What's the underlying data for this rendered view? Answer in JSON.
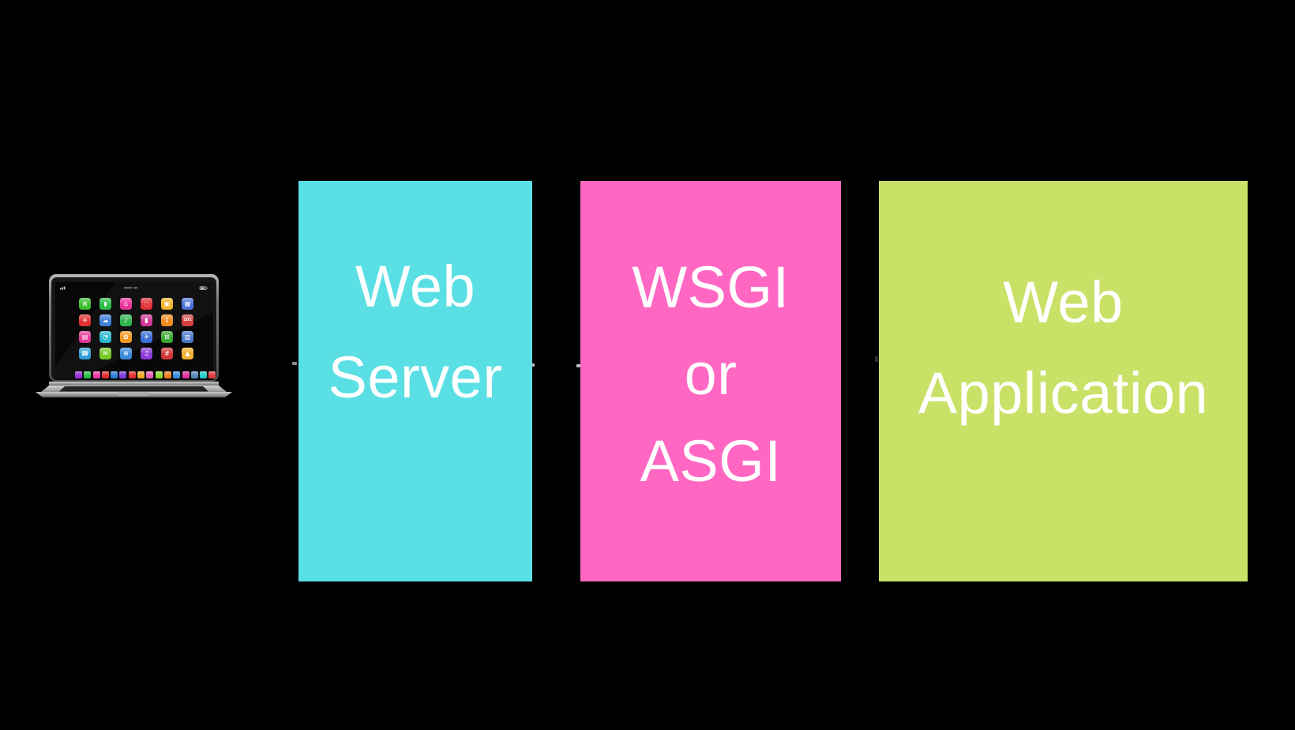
{
  "canvas": {
    "background": "#000000"
  },
  "diagram": {
    "description": "Request flow from client laptop through web server and gateway interface to web application",
    "boxes": [
      {
        "id": "web-server",
        "color": "#5ADFE4",
        "text_color": "#FFFFFF",
        "label_lines": [
          "Web",
          "Server"
        ]
      },
      {
        "id": "wsgi-or-asgi",
        "color": "#FF67C3",
        "text_color": "#FFFFFF",
        "label_lines": [
          "WSGI",
          "or",
          "ASGI"
        ]
      },
      {
        "id": "web-application",
        "color": "#C9E167",
        "text_color": "#FFFFFF",
        "label_lines": [
          "Web",
          "Application"
        ]
      }
    ]
  },
  "laptop": {
    "role": "client-device",
    "app_icons": [
      {
        "name": "wifi-icon",
        "color": "#3CBE2F",
        "glyph": "⋒"
      },
      {
        "name": "chat-icon",
        "color": "#2FBE48",
        "glyph": "◗"
      },
      {
        "name": "home-icon",
        "color": "#E8359C",
        "glyph": "⌂"
      },
      {
        "name": "search-icon",
        "color": "#E03038",
        "glyph": "◌"
      },
      {
        "name": "camera-icon",
        "color": "#F0B428",
        "glyph": "▣"
      },
      {
        "name": "calendar-icon",
        "color": "#4A72D8",
        "glyph": "▦"
      },
      {
        "name": "settings-icon",
        "color": "#E03030",
        "glyph": "☀"
      },
      {
        "name": "cloud-icon",
        "color": "#3F7FD8",
        "glyph": "☁"
      },
      {
        "name": "headphones-icon",
        "color": "#30B550",
        "glyph": "♪"
      },
      {
        "name": "microphone-icon",
        "color": "#D03898",
        "glyph": "▮"
      },
      {
        "name": "pin-icon",
        "color": "#F08C20",
        "glyph": "↧"
      },
      {
        "name": "dialer-icon",
        "color": "#D04040",
        "glyph": "101"
      },
      {
        "name": "movie-icon",
        "color": "#E03898",
        "glyph": "▤"
      },
      {
        "name": "clock-icon",
        "color": "#28B8D0",
        "glyph": "◔"
      },
      {
        "name": "photos-icon",
        "color": "#F09820",
        "glyph": "✿"
      },
      {
        "name": "airplane-icon",
        "color": "#3A70D8",
        "glyph": "✈"
      },
      {
        "name": "cart-icon",
        "color": "#38A830",
        "glyph": "⊞"
      },
      {
        "name": "chart-icon",
        "color": "#4A78C8",
        "glyph": "▥"
      },
      {
        "name": "phone-icon",
        "color": "#30A0D8",
        "glyph": "☎"
      },
      {
        "name": "mail-icon",
        "color": "#78C828",
        "glyph": "✉"
      },
      {
        "name": "globe-icon",
        "color": "#3A88D8",
        "glyph": "⊕"
      },
      {
        "name": "music-icon",
        "color": "#8A3AD8",
        "glyph": "♫"
      },
      {
        "name": "calculator-icon",
        "color": "#D03838",
        "glyph": "#"
      },
      {
        "name": "alert-icon",
        "color": "#F0B030",
        "glyph": "▲"
      }
    ],
    "dock_icon_colors": [
      "#9B30D9",
      "#2FBE48",
      "#F03CA8",
      "#E03030",
      "#2E7BD9",
      "#7A3CE0",
      "#E03030",
      "#F0A828",
      "#E860B8",
      "#8FD930",
      "#F08020",
      "#3A8FE0",
      "#E030A0",
      "#5888B8",
      "#28C8C8",
      "#E04040"
    ]
  }
}
